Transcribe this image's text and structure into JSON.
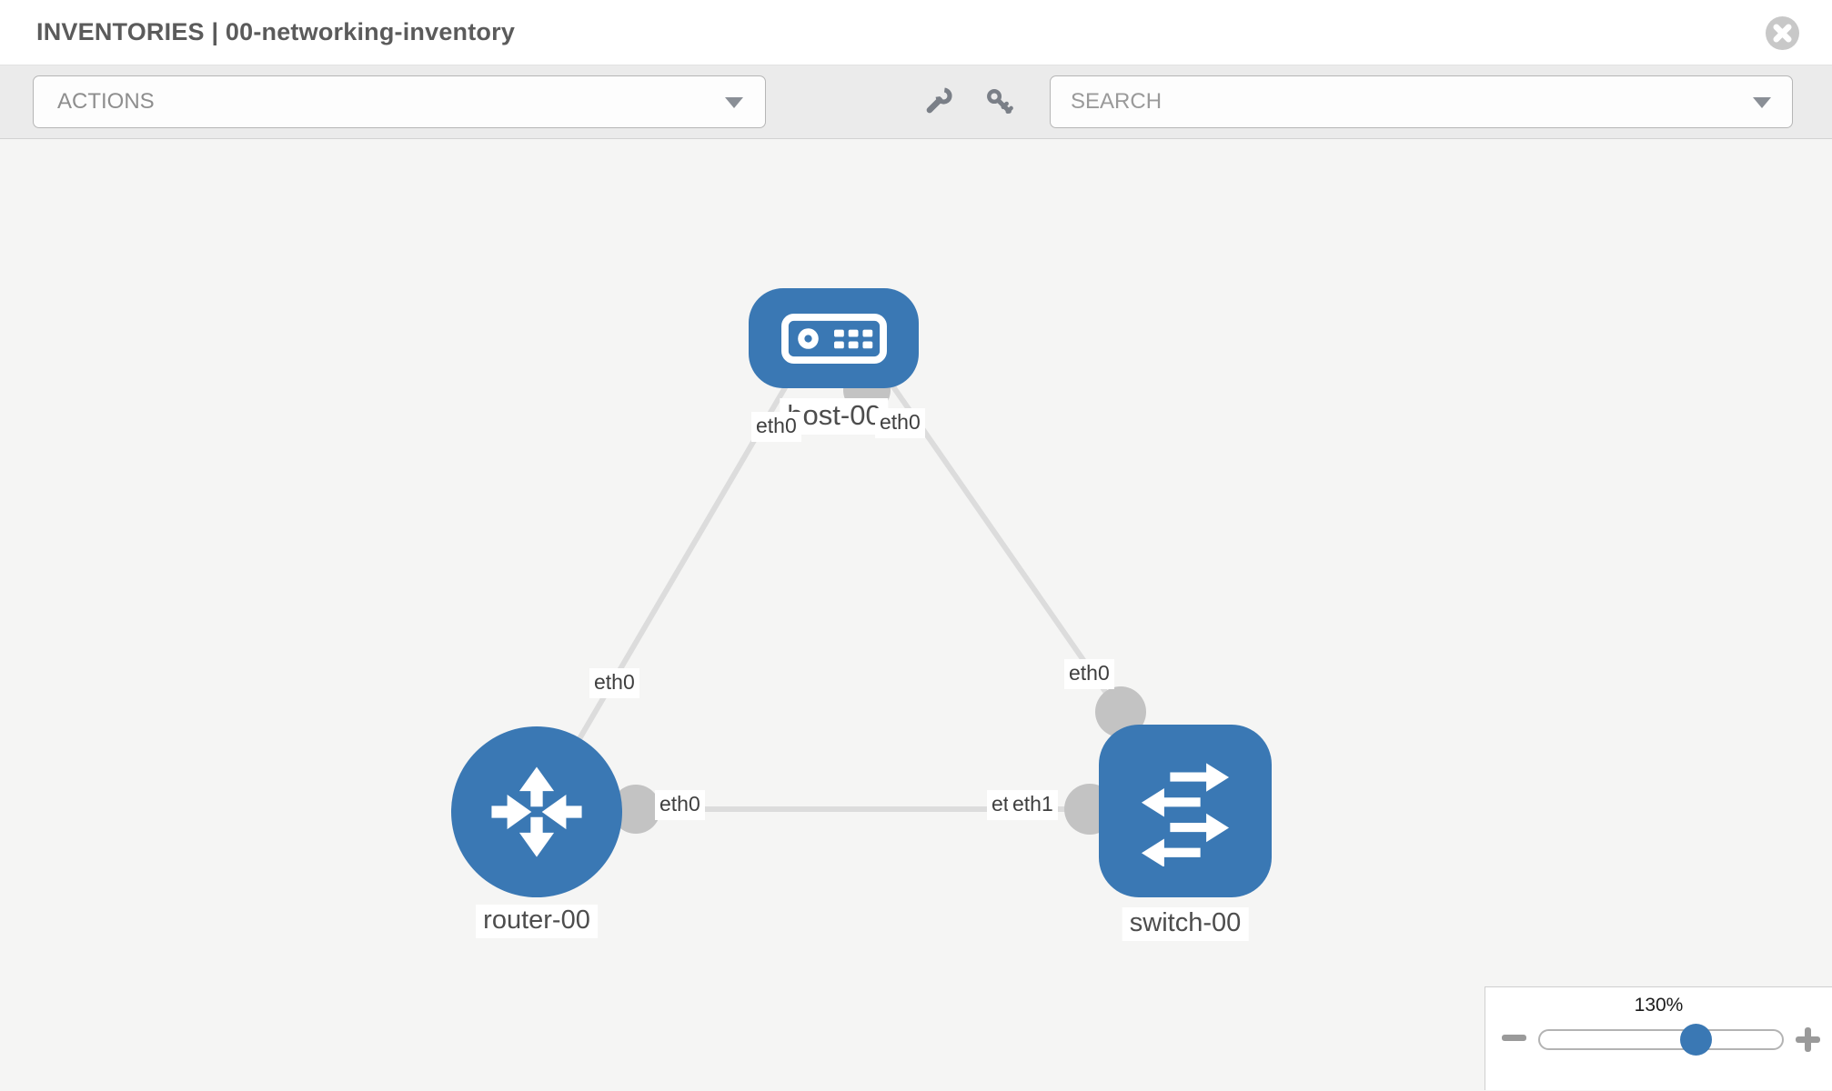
{
  "header": {
    "title": "INVENTORIES | 00-networking-inventory"
  },
  "toolbar": {
    "actions_label": "ACTIONS",
    "search_placeholder": "SEARCH",
    "icons": [
      "wrench-icon",
      "key-icon"
    ]
  },
  "topology": {
    "nodes": [
      {
        "id": "host-00",
        "type": "host"
      },
      {
        "id": "router-00",
        "type": "router"
      },
      {
        "id": "switch-00",
        "type": "switch"
      }
    ],
    "links": [
      {
        "from": "host-00",
        "from_iface": "eth0",
        "to": "router-00",
        "to_iface": "eth0"
      },
      {
        "from": "host-00",
        "from_iface": "eth0",
        "to": "switch-00",
        "to_iface": "eth0"
      },
      {
        "from": "router-00",
        "from_iface": "eth0",
        "to": "switch-00",
        "to_iface": "eth1",
        "to_iface_under": "eth0"
      }
    ]
  },
  "zoom_control": {
    "value": "130%"
  },
  "colors": {
    "node_blue": "#3a78b4",
    "port_gray": "#c3c3c3",
    "link_gray": "#dcdcdc",
    "toolbar_gray": "#ebebeb",
    "canvas_gray": "#f5f5f4"
  }
}
